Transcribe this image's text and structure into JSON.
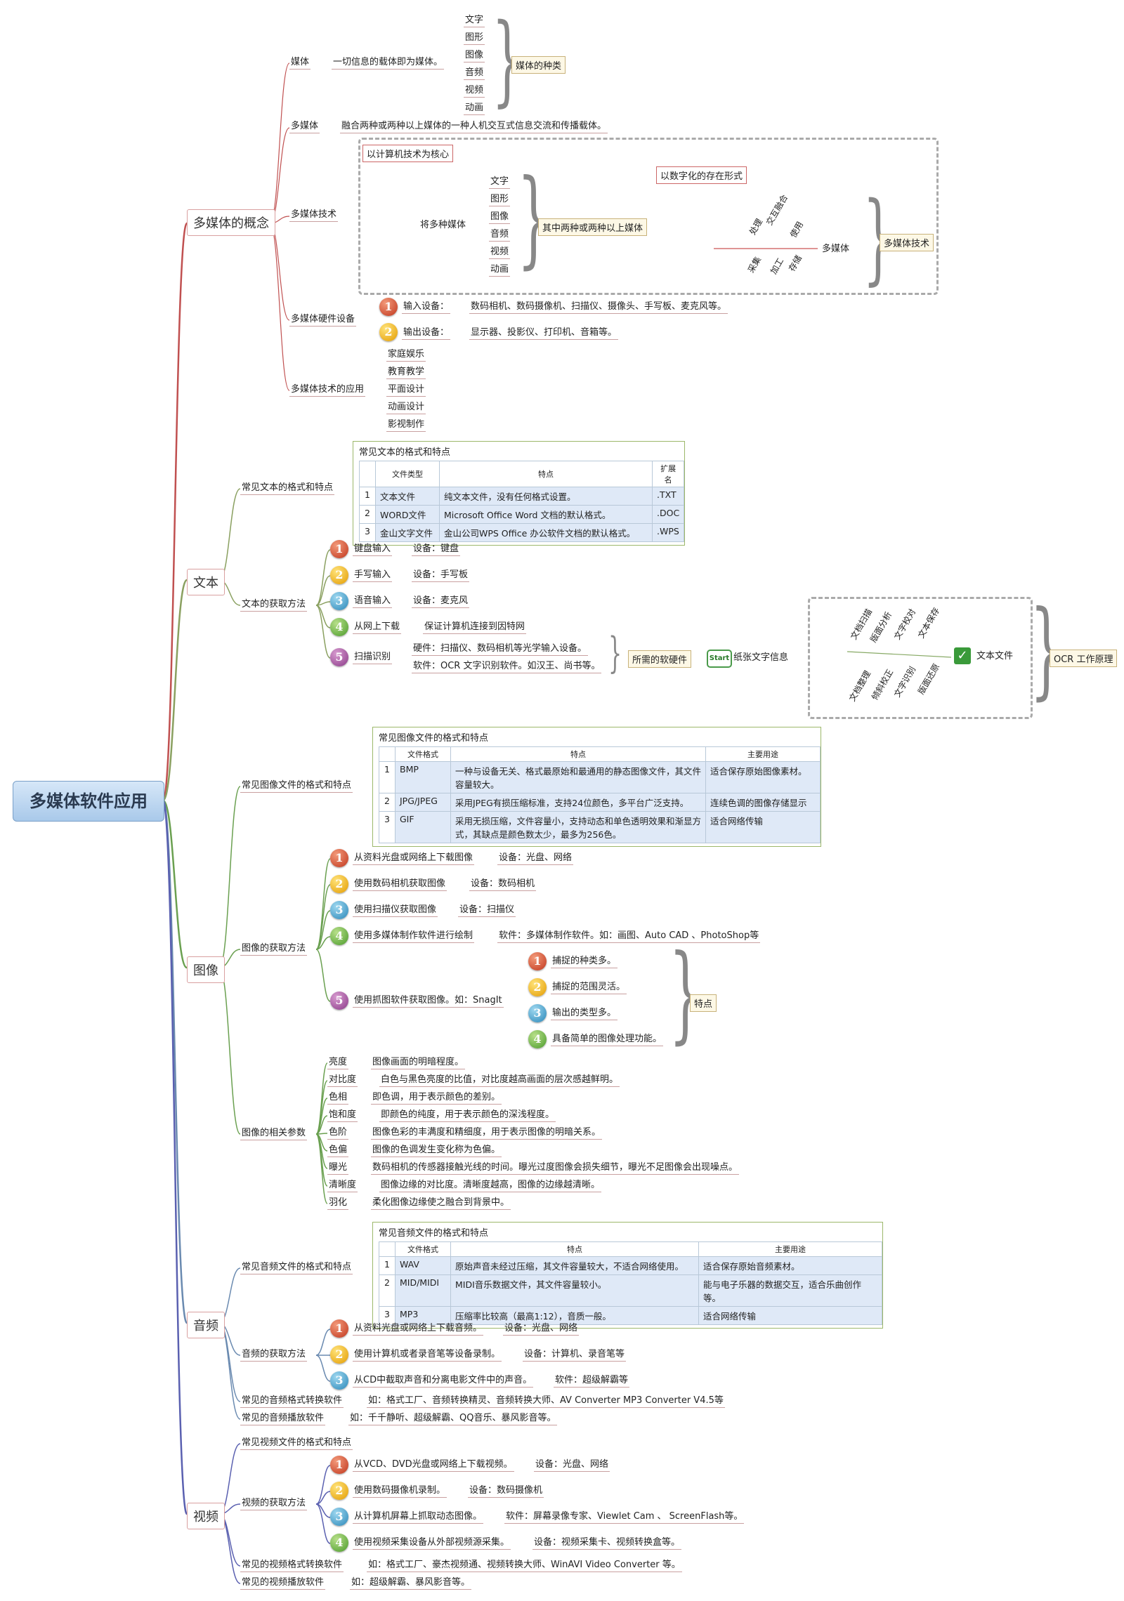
{
  "root": "多媒体软件应用",
  "b_concept": {
    "label": "多媒体的概念",
    "media": "媒体",
    "media_def": "一切信息的载体即为媒体。",
    "media_kinds": [
      "文字",
      "图形",
      "图像",
      "音频",
      "视频",
      "动画"
    ],
    "media_kinds_label": "媒体的种类",
    "multimedia": "多媒体",
    "multimedia_def": "融合两种或两种以上媒体的一种人机交互式信息交流和传播载体。",
    "tech": "多媒体技术",
    "tech_core": "以计算机技术为核心",
    "tech_combine": "将多种媒体",
    "tech_kinds": [
      "文字",
      "图形",
      "图像",
      "音频",
      "视频",
      "动画"
    ],
    "tech_two": "其中两种或两种以上媒体",
    "tech_digital": "以数字化的存在形式",
    "fish_upper": [
      "交互融合",
      "处理",
      "使用"
    ],
    "fish_lower": [
      "采集",
      "加工",
      "存储"
    ],
    "fish_head": "多媒体",
    "tech_label": "多媒体技术",
    "hw": "多媒体硬件设备",
    "hw_in": "输入设备：",
    "hw_in_val": "数码相机、数码摄像机、扫描仪、摄像头、手写板、麦克风等。",
    "hw_out": "输出设备：",
    "hw_out_val": "显示器、投影仪、打印机、音箱等。",
    "app": "多媒体技术的应用",
    "app_items": [
      "家庭娱乐",
      "教育教学",
      "平面设计",
      "动画设计",
      "影视制作"
    ]
  },
  "b_text": {
    "label": "文本",
    "formats": "常见文本的格式和特点",
    "table": {
      "caption": "常见文本的格式和特点",
      "headers": [
        "文件类型",
        "特点",
        "扩展名"
      ],
      "rows": [
        [
          "1",
          "文本文件",
          "纯文本文件，没有任何格式设置。",
          ".TXT"
        ],
        [
          "2",
          "WORD文件",
          "Microsoft Office Word 文档的默认格式。",
          ".DOC"
        ],
        [
          "3",
          "金山文字文件",
          "金山公司WPS Office 办公软件文档的默认格式。",
          ".WPS"
        ]
      ]
    },
    "acquire": "文本的获取方法",
    "methods": [
      {
        "n": "1",
        "label": "键盘输入",
        "val": "设备：键盘"
      },
      {
        "n": "2",
        "label": "手写输入",
        "val": "设备：手写板"
      },
      {
        "n": "3",
        "label": "语音输入",
        "val": "设备：麦克风"
      },
      {
        "n": "4",
        "label": "从网上下载",
        "val": "保证计算机连接到因特网"
      },
      {
        "n": "5",
        "label": "扫描识别",
        "val": ""
      }
    ],
    "scan_hw": "硬件：扫描仪、数码相机等光学输入设备。",
    "scan_sw": "软件：OCR 文字识别软件。如汉王、尚书等。",
    "scan_need": "所需的软硬件",
    "ocr_start": "Start",
    "ocr_paper": "纸张文字信息",
    "ocr_upper": [
      "文档扫描",
      "版面分析",
      "文字校对",
      "文本保存"
    ],
    "ocr_lower": [
      "文档整理",
      "倾斜校正",
      "文字识别",
      "版面还原"
    ],
    "ocr_file": "文本文件",
    "ocr_label": "OCR 工作原理"
  },
  "b_image": {
    "label": "图像",
    "formats": "常见图像文件的格式和特点",
    "table": {
      "caption": "常见图像文件的格式和特点",
      "headers": [
        "文件格式",
        "特点",
        "主要用途"
      ],
      "rows": [
        [
          "1",
          "BMP",
          "一种与设备无关、格式最原始和最通用的静态图像文件，其文件容量较大。",
          "适合保存原始图像素材。"
        ],
        [
          "2",
          "JPG/JPEG",
          "采用JPEG有损压缩标准，支持24位颜色，多平台广泛支持。",
          "连续色调的图像存储显示"
        ],
        [
          "3",
          "GIF",
          "采用无损压缩，文件容量小，支持动态和单色透明效果和渐显方式，其缺点是颜色数太少，最多为256色。",
          "适合网络传输"
        ]
      ]
    },
    "acquire": "图像的获取方法",
    "methods": [
      {
        "n": "1",
        "label": "从资料光盘或网络上下载图像",
        "val": "设备：光盘、网络"
      },
      {
        "n": "2",
        "label": "使用数码相机获取图像",
        "val": "设备：数码相机"
      },
      {
        "n": "3",
        "label": "使用扫描仪获取图像",
        "val": "设备：扫描仪"
      },
      {
        "n": "4",
        "label": "使用多媒体制作软件进行绘制",
        "val": "软件：多媒体制作软件。如：画图、Auto  CAD 、PhotoShop等"
      },
      {
        "n": "5",
        "label": "使用抓图软件获取图像。如：SnagIt",
        "val": ""
      }
    ],
    "snag": [
      "捕捉的种类多。",
      "捕捉的范围灵活。",
      "输出的类型多。",
      "具备简单的图像处理功能。"
    ],
    "snag_label": "特点",
    "params": "图像的相关参数",
    "param_items": [
      [
        "亮度",
        "图像画面的明暗程度。"
      ],
      [
        "对比度",
        "白色与黑色亮度的比值，对比度越高画面的层次感越鲜明。"
      ],
      [
        "色相",
        "即色调，用于表示颜色的差别。"
      ],
      [
        "饱和度",
        "即颜色的纯度，用于表示颜色的深浅程度。"
      ],
      [
        "色阶",
        "图像色彩的丰满度和精细度，用于表示图像的明暗关系。"
      ],
      [
        "色偏",
        "图像的色调发生变化称为色偏。"
      ],
      [
        "曝光",
        "数码相机的传感器接触光线的时间。曝光过度图像会损失细节，曝光不足图像会出现噪点。"
      ],
      [
        "清晰度",
        "图像边缘的对比度。清晰度越高，图像的边缘越清晰。"
      ],
      [
        "羽化",
        "柔化图像边缘使之融合到背景中。"
      ]
    ]
  },
  "b_audio": {
    "label": "音频",
    "formats": "常见音频文件的格式和特点",
    "table": {
      "caption": "常见音频文件的格式和特点",
      "headers": [
        "文件格式",
        "特点",
        "主要用途"
      ],
      "rows": [
        [
          "1",
          "WAV",
          "原始声音未经过压缩，其文件容量较大，不适合网络使用。",
          "适合保存原始音频素材。"
        ],
        [
          "2",
          "MID/MIDI",
          "MIDI音乐数据文件，其文件容量较小。",
          "能与电子乐器的数据交互，适合乐曲创作等。"
        ],
        [
          "3",
          "MP3",
          "压缩率比较高（最高1:12），音质一般。",
          "适合网络传输"
        ]
      ]
    },
    "acquire": "音频的获取方法",
    "methods": [
      {
        "n": "1",
        "label": "从资料光盘或网络上下载音频。",
        "val": "设备：光盘、网络"
      },
      {
        "n": "2",
        "label": "使用计算机或者录音笔等设备录制。",
        "val": "设备：计算机、录音笔等"
      },
      {
        "n": "3",
        "label": "从CD中截取声音和分离电影文件中的声音。",
        "val": "软件：超级解霸等"
      }
    ],
    "convert": "常见的音频格式转换软件",
    "convert_val": "如：格式工厂、音频转换精灵、音频转换大师、AV Converter MP3 Converter V4.5等",
    "player": "常见的音频播放软件",
    "player_val": "如：千千静听、超级解霸、QQ音乐、暴风影音等。"
  },
  "b_video": {
    "label": "视频",
    "formats": "常见视频文件的格式和特点",
    "acquire": "视频的获取方法",
    "methods": [
      {
        "n": "1",
        "label": "从VCD、DVD光盘或网络上下载视频。",
        "val": "设备：光盘、网络"
      },
      {
        "n": "2",
        "label": "使用数码摄像机录制。",
        "val": "设备：数码摄像机"
      },
      {
        "n": "3",
        "label": "从计算机屏幕上抓取动态图像。",
        "val": "软件：屏幕录像专家、Viewlet Cam 、  ScreenFlash等。"
      },
      {
        "n": "4",
        "label": "使用视频采集设备从外部视频源采集。",
        "val": "设备：视频采集卡、视频转换盒等。"
      }
    ],
    "convert": "常见的视频格式转换软件",
    "convert_val": "如：格式工厂、豪杰视频通、视频转换大师、WinAVI  Video Converter 等。",
    "player": "常见的视频播放软件",
    "player_val": "如：超级解霸、暴风影音等。"
  },
  "colors": {
    "concept": "#c05050",
    "text": "#8aa060",
    "image": "#6aa050",
    "audio": "#6a8ab0",
    "video": "#5a60b0",
    "root": "#bcd6f0"
  }
}
